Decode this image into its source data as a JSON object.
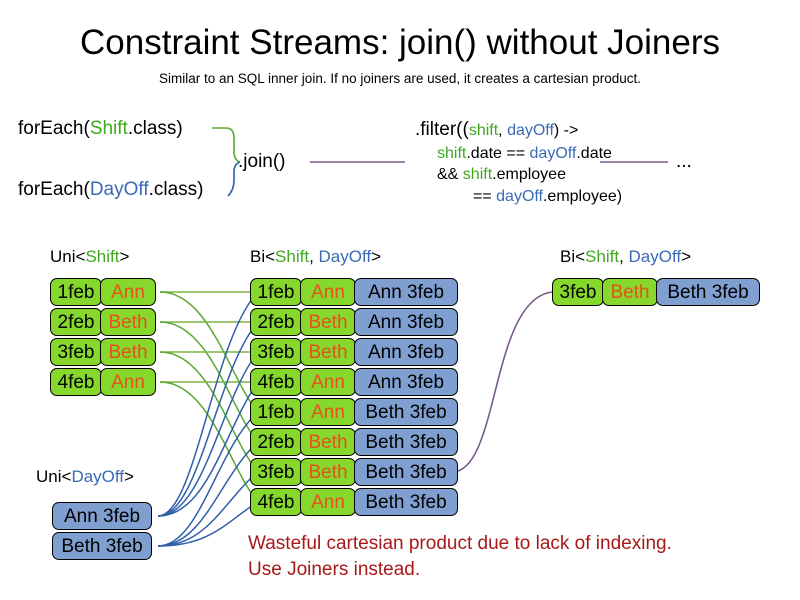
{
  "header": {
    "title": "Constraint Streams: join() without Joiners",
    "subtitle": "Similar to an SQL inner join. If no joiners are used, it creates a cartesian product."
  },
  "code": {
    "foreach_shift": {
      "prefix": "forEach(",
      "type": "Shift",
      "suffix": ".class)"
    },
    "foreach_dayoff": {
      "prefix": "forEach(",
      "type": "DayOff",
      "suffix": ".class)"
    },
    "join_label": ".join()",
    "filter": {
      "line1_prefix": ".filter((",
      "line1_param1": "shift",
      "line1_comma": ", ",
      "line1_param2": "dayOff",
      "line1_suffix": ") ->",
      "line2_a": "shift",
      "line2_b": ".date == ",
      "line2_c": "dayOff",
      "line2_d": ".date",
      "line3_a": "&& ",
      "line3_b": "shift",
      "line3_c": ".employee",
      "line4_a": "== ",
      "line4_b": "dayOff",
      "line4_c": ".employee)"
    },
    "ellipsis": "..."
  },
  "captions": {
    "uni_shift": {
      "prefix": "Uni<",
      "type": "Shift",
      "suffix": ">"
    },
    "bi_middle": {
      "prefix": "Bi<",
      "type1": "Shift",
      "comma": ", ",
      "type2": "DayOff",
      "suffix": ">"
    },
    "uni_dayoff": {
      "prefix": "Uni<",
      "type": "DayOff",
      "suffix": ">"
    },
    "bi_right": {
      "prefix": "Bi<",
      "type1": "Shift",
      "comma": ", ",
      "type2": "DayOff",
      "suffix": ">"
    }
  },
  "shifts": [
    {
      "date": "1feb",
      "employee": "Ann"
    },
    {
      "date": "2feb",
      "employee": "Beth"
    },
    {
      "date": "3feb",
      "employee": "Beth"
    },
    {
      "date": "4feb",
      "employee": "Ann"
    }
  ],
  "dayoffs": [
    {
      "label": "Ann 3feb"
    },
    {
      "label": "Beth 3feb"
    }
  ],
  "cartesian": [
    {
      "date": "1feb",
      "employee": "Ann",
      "dayoff": "Ann 3feb"
    },
    {
      "date": "2feb",
      "employee": "Beth",
      "dayoff": "Ann 3feb"
    },
    {
      "date": "3feb",
      "employee": "Beth",
      "dayoff": "Ann 3feb"
    },
    {
      "date": "4feb",
      "employee": "Ann",
      "dayoff": "Ann 3feb"
    },
    {
      "date": "1feb",
      "employee": "Ann",
      "dayoff": "Beth 3feb"
    },
    {
      "date": "2feb",
      "employee": "Beth",
      "dayoff": "Beth 3feb"
    },
    {
      "date": "3feb",
      "employee": "Beth",
      "dayoff": "Beth 3feb"
    },
    {
      "date": "4feb",
      "employee": "Ann",
      "dayoff": "Beth 3feb"
    }
  ],
  "result": [
    {
      "date": "3feb",
      "employee": "Beth",
      "dayoff": "Beth 3feb"
    }
  ],
  "warning": {
    "line1": "Wasteful cartesian product due to lack of indexing.",
    "line2": "Use Joiners instead."
  },
  "colors": {
    "green_fill": "#86d82d",
    "blue_fill": "#7f9fd0",
    "green_text": "#3daa1e",
    "blue_text": "#3b6ab5",
    "name_text": "#e8501e",
    "warning_text": "#a81818",
    "purple_line": "#7a5a8a",
    "green_line": "#5aa832",
    "blue_line": "#2f5fa8"
  }
}
